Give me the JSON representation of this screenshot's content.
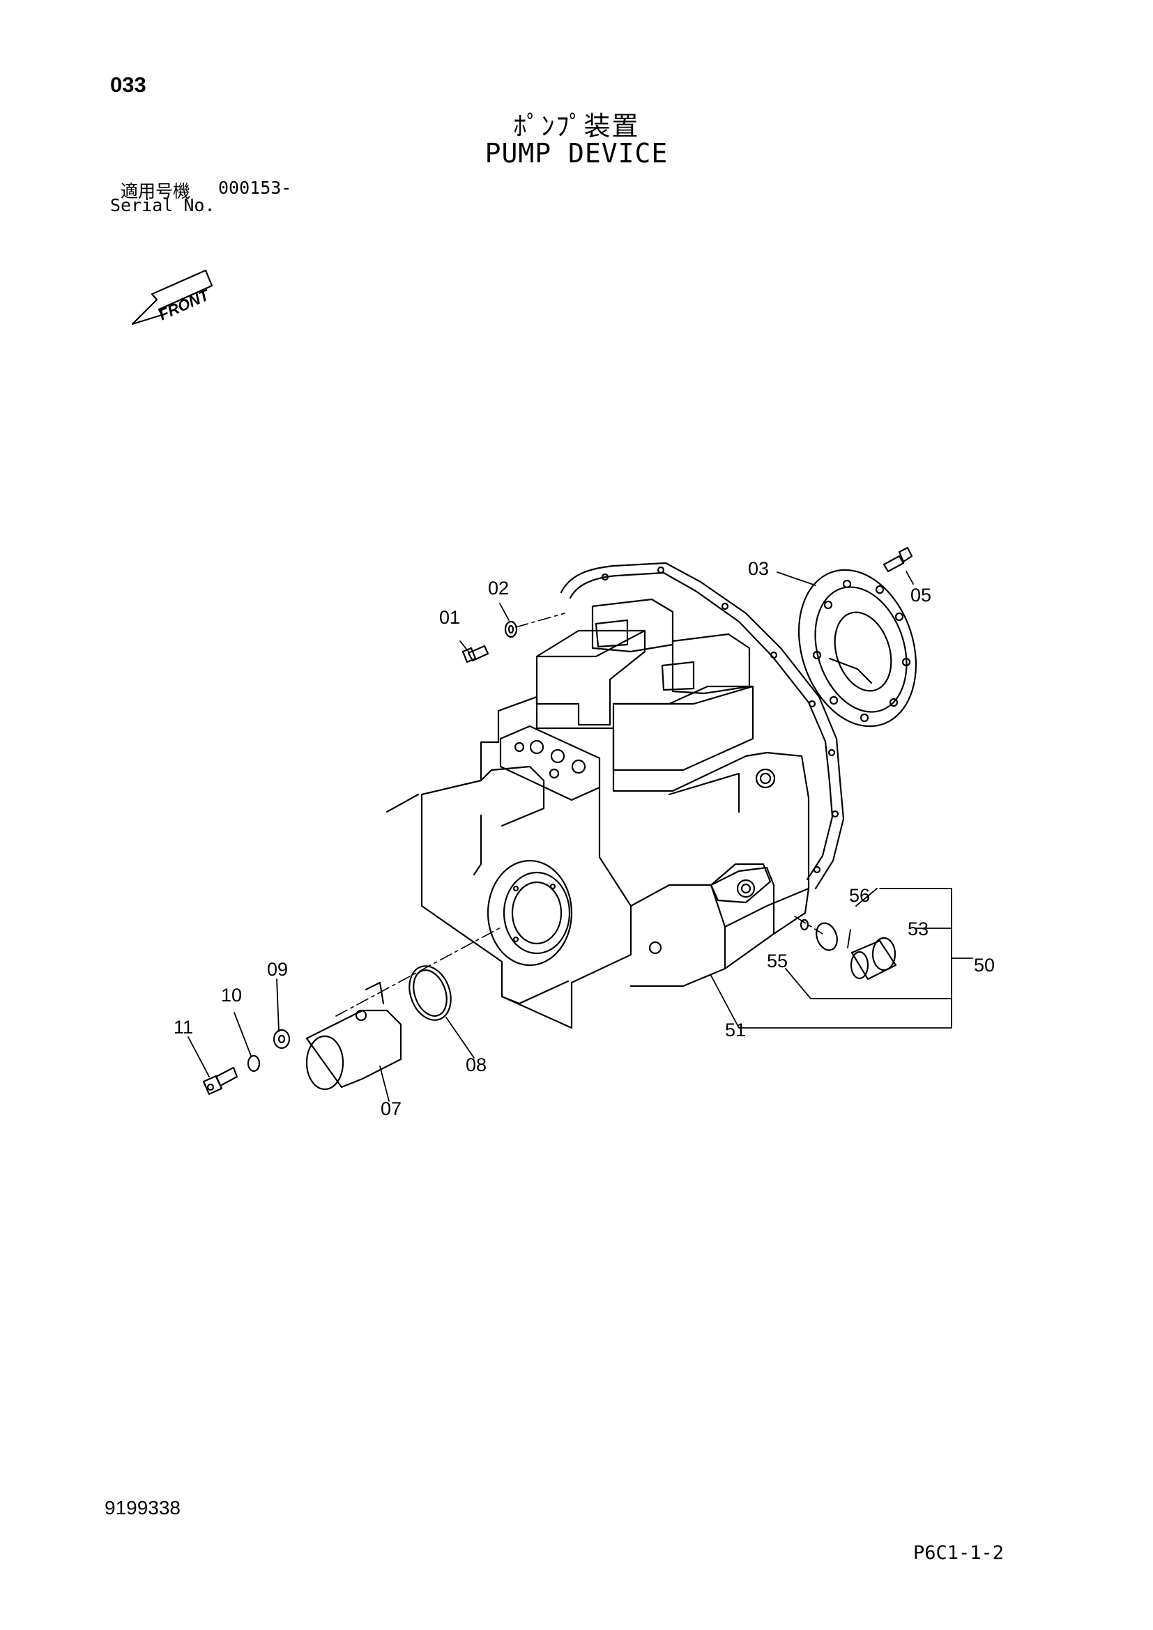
{
  "header": {
    "page_number": "033",
    "title_ja": "ﾎﾟﾝﾌﾟ装置",
    "title_en": "PUMP DEVICE",
    "serial_label_ja": "適用号機",
    "serial_value": "000153-",
    "serial_label_en": "Serial No."
  },
  "front_arrow": {
    "label": "FRONT",
    "icon": "front-direction-arrow-icon"
  },
  "callouts": {
    "c01": "01",
    "c02": "02",
    "c03": "03",
    "c05": "05",
    "c07": "07",
    "c08": "08",
    "c09": "09",
    "c10": "10",
    "c11": "11",
    "c50": "50",
    "c51": "51",
    "c53": "53",
    "c55": "55",
    "c56": "56"
  },
  "footer": {
    "doc_number": "9199338",
    "page_code": "P6C1-1-2"
  }
}
